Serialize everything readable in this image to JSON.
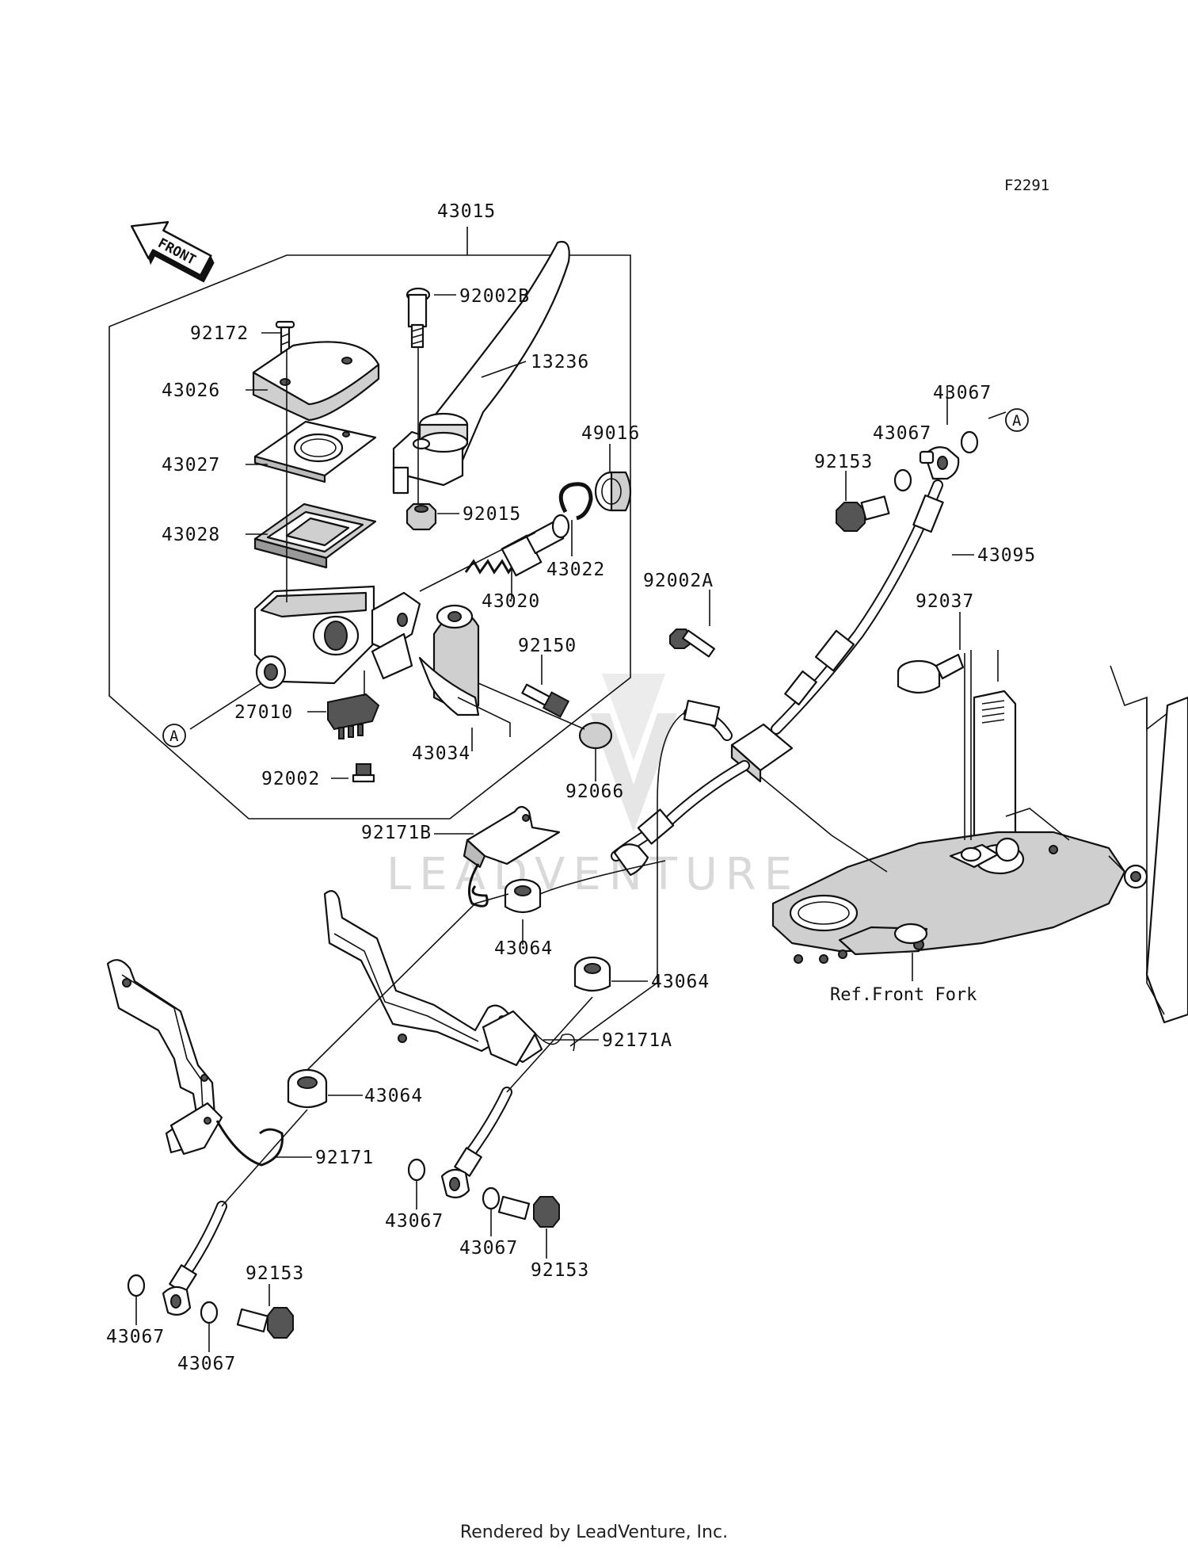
{
  "figure_code": "F2291",
  "direction": "FRONT",
  "watermark": "LEADVENTURE",
  "footer": "Rendered by LeadVenture, Inc.",
  "reference_label": "Ref.Front Fork",
  "connector_marks": [
    "A",
    "A"
  ],
  "parts": [
    "43015",
    "92002B",
    "92172",
    "13236",
    "43026",
    "43067",
    "43067",
    "49016",
    "43027",
    "92153",
    "92015",
    "43028",
    "43095",
    "43022",
    "92002A",
    "92037",
    "43020",
    "92150",
    "27010",
    "43034",
    "92002",
    "92066",
    "92171B",
    "43064",
    "43064",
    "92171A",
    "43064",
    "92171",
    "43067",
    "43067",
    "92153",
    "92153",
    "43067",
    "43067"
  ]
}
